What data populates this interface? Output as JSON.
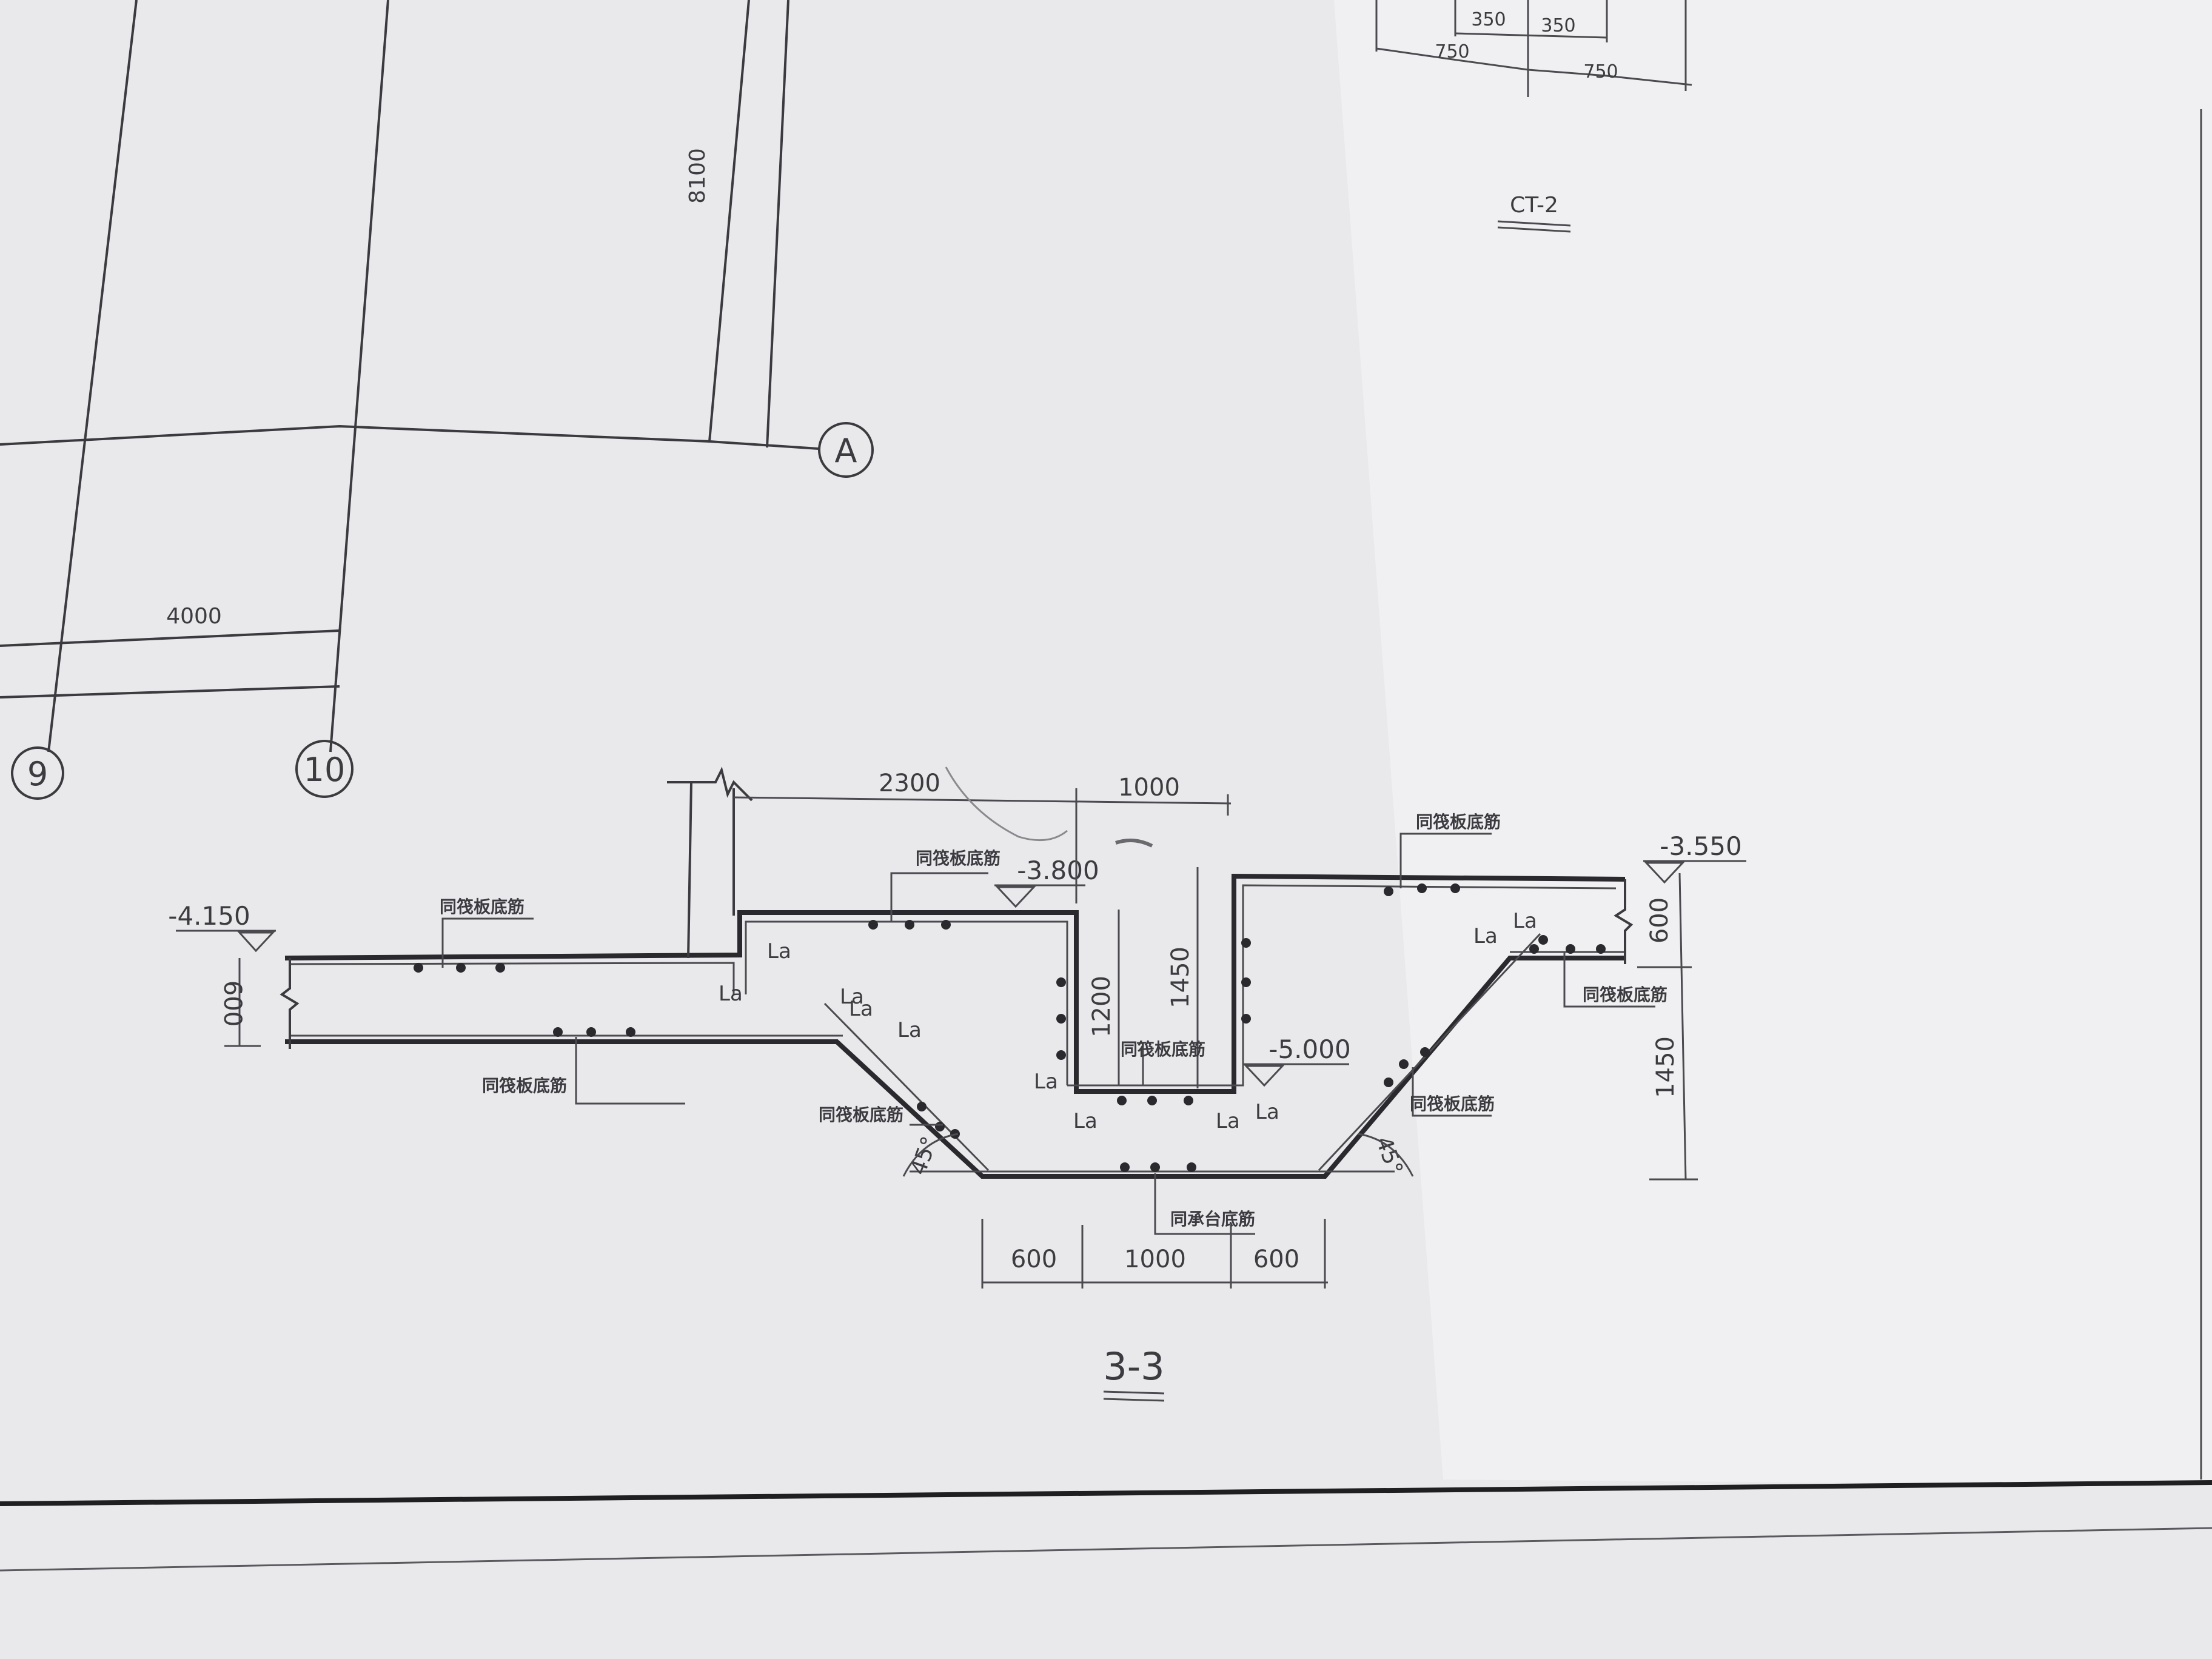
{
  "axes": {
    "bubble_9": "9",
    "bubble_10": "10",
    "bubble_a": "A",
    "dim_4000": "4000",
    "dim_8100": "8100"
  },
  "detail_ct2": {
    "dim_350_left": "350",
    "dim_350_right": "350",
    "dim_750_left": "750",
    "dim_750_right": "750",
    "title": "CT-2"
  },
  "section": {
    "title": "3-3",
    "elevations": {
      "left": "-4.150",
      "middle": "-3.800",
      "right": "-3.550",
      "pit": "-5.000"
    },
    "dims": {
      "d2300": "2300",
      "d1000_top": "1000",
      "d1450_pit": "1450",
      "d1200": "1200",
      "d600_left": "600",
      "d600_right_v": "600",
      "d1450_right": "1450",
      "d600_bottom_left": "600",
      "d1000_bottom": "1000",
      "d600_bottom_right": "600",
      "angle_left": "45°",
      "angle_right": "45°"
    },
    "notes": {
      "slab_top_left": "同筏板底筋",
      "slab_top_mid": "同筏板底筋",
      "slab_bottom_left": "同筏板底筋",
      "slope_left": "同筏板底筋",
      "pit_bottom": "同筏板底筋",
      "raft_bottom": "同承台底筋",
      "slab_top_right": "同筏板底筋",
      "slope_right": "同筏板底筋",
      "slab_right_low": "同筏板底筋"
    },
    "la_labels": [
      "La",
      "La",
      "La",
      "La",
      "La",
      "La",
      "La",
      "La",
      "La",
      "La",
      "La"
    ]
  },
  "colors": {
    "paper": "#e7e7ea",
    "ink": "#2a2a2e"
  }
}
